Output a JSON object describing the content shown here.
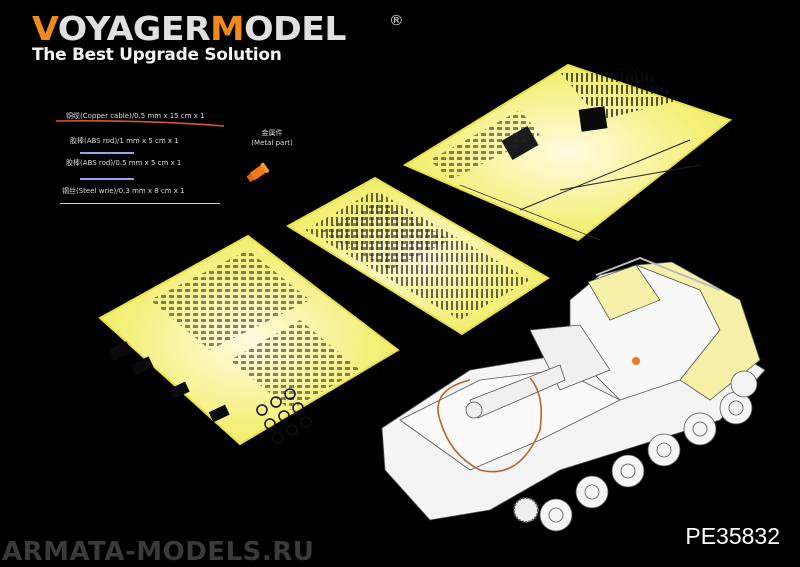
{
  "brand": {
    "logo_prefix_accent": "V",
    "logo_part1": "OYAGER",
    "logo_mid_accent": "M",
    "logo_part2": "ODEL",
    "registered": "®",
    "tagline": "The Best Upgrade Solution",
    "accent_color": "#f08a1c",
    "text_color": "#e0e0e0"
  },
  "materials": [
    {
      "label": "铜缆(Copper cable)/0.5 mm x 15 cm x 1",
      "line_color": "#d9552a"
    },
    {
      "label": "胶棒(ABS rod)/1 mm x 5 cm x 1",
      "line_color": "#8fa9e8"
    },
    {
      "label": "胶棒(ABS rod)/0.5 mm x 5 cm x 1",
      "line_color": "#8fa9e8"
    },
    {
      "label": "钢丝(Steel wrie)/0.3 mm x 8 cm x 1",
      "line_color": "#c8c8c8"
    }
  ],
  "metal_part": {
    "label_cn": "金属件",
    "label_en": "(Metal part)",
    "color": "#f07a1a"
  },
  "fret_color": "#f4f07a",
  "model_highlight_color": "#f6f0a8",
  "product_code": "PE35832",
  "watermark": "ARMATA-MODELS.RU"
}
